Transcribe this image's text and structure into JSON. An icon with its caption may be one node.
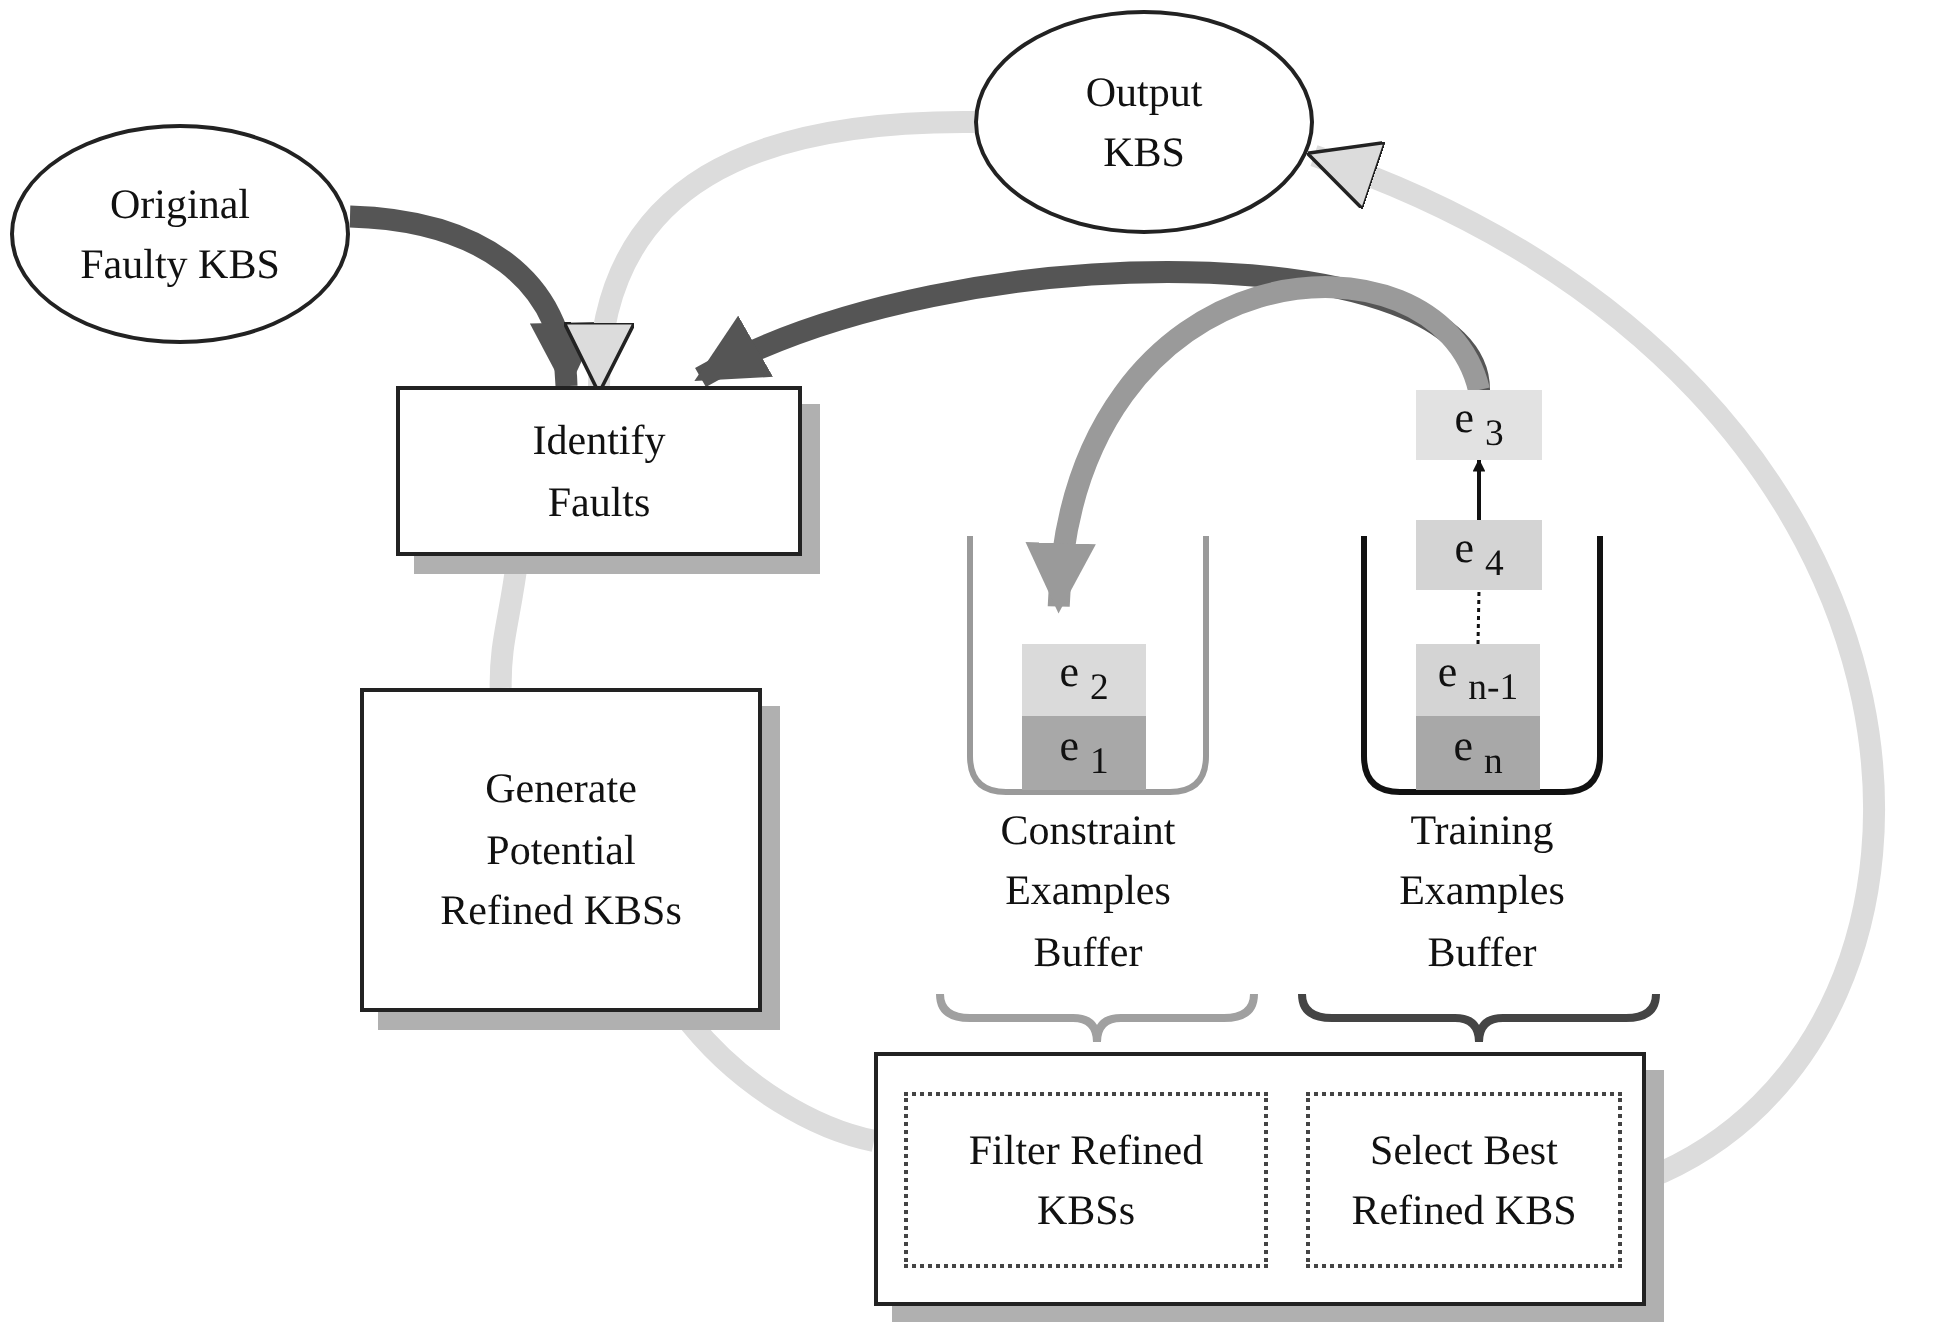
{
  "diagram": {
    "nodes": [
      {
        "text": [
          "Original Faulty KBS"
        ]
      },
      {
        "text": [
          "Output KBS"
        ]
      },
      {
        "text": [
          "Identify Faults"
        ]
      },
      {
        "text": [
          "Generate Potential Refined KBSs"
        ]
      },
      {
        "text": [],
        "shape": "box"
      },
      {
        "text": [
          "Filter Refined KBSs"
        ],
        "in": 4
      },
      {
        "text": [
          "Select Best Refined KBS"
        ],
        "in": 4
      },
      {
        "text": [
          "Constraint Examples Buffer"
        ]
      },
      {
        "text": [
          "e$_{2}$"
        ],
        "in": 7
      },
      {
        "text": [
          "e$_{1}$"
        ],
        "in": 7
      },
      {
        "text": [
          "Training Examples Buffer"
        ]
      },
      {
        "text": [
          "e$_{3}$"
        ]
      },
      {
        "text": [
          "e$_{4}$"
        ]
      },
      {
        "text": [
          "e$_{n-1}$"
        ],
        "in": 10
      },
      {
        "text": [
          "e$_{n}$"
        ],
        "in": 10
      }
    ],
    "edges": [
      {
        "from": 0,
        "to": 2,
        "arrow": "to",
        "color": "#555555"
      },
      {
        "from": 1,
        "to": 2,
        "arrow": "to",
        "color": "#dcdcdc"
      },
      {
        "from": 11,
        "to": 2,
        "arrow": "to",
        "color": "#555555"
      },
      {
        "from": 11,
        "to": 7,
        "arrow": "to",
        "color": "#9a9a9a"
      },
      {
        "from": 12,
        "to": 11,
        "arrow": "to",
        "color": "#111111"
      },
      {
        "from": 13,
        "to": 12,
        "arrow": "none",
        "style": "dashed",
        "color": "#111111"
      },
      {
        "from": 2,
        "to": 3,
        "arrow": "none",
        "color": "#dcdcdc"
      },
      {
        "from": 3,
        "to": 4,
        "arrow": "none",
        "color": "#dcdcdc"
      },
      {
        "from": 4,
        "to": 1,
        "arrow": "to",
        "color": "#dcdcdc"
      }
    ]
  }
}
